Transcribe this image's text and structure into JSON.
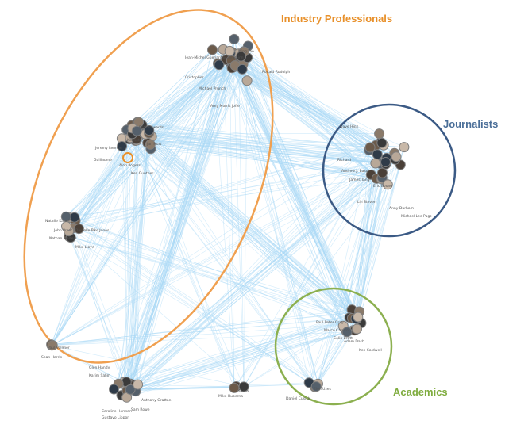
{
  "colors": {
    "edge": "#a9d8f5",
    "industry": "#f0a050",
    "journalists": "#3b5a85",
    "academics": "#8cb050",
    "industry_text": "#e8902a",
    "journalists_text": "#4a6e98",
    "academics_text": "#7fac3f",
    "node_ring": "#7f7f7f"
  },
  "clusters": [
    {
      "id": "industry",
      "label": "Industry Professionals"
    },
    {
      "id": "journalists",
      "label": "Journalists"
    },
    {
      "id": "academics",
      "label": "Academics"
    }
  ],
  "node_labels": [
    "Jean-Michel Guenard",
    "Michel Rainn",
    "Ming Tao",
    "Cristopher",
    "Ronald Rudolph",
    "Michael Prunch",
    "Amy Morris Joffe",
    "Jeremy Lennon",
    "Guillaume",
    "Jan Hurt",
    "Alon Rogers",
    "Ken Gunther",
    "Beth Edwards",
    "Kenneth",
    "Natalie Kaneff",
    "John Prent",
    "Danielle Pike Jones",
    "Nathan Walters",
    "Mike Lloyd",
    "Sean Harris",
    "Paul Vollmer",
    "Dave Hinz",
    "Richard",
    "Andrew J. Basu",
    "James Tang",
    "Eric Boone",
    "Lin Steven",
    "Anny Durham",
    "Michael Lee Pags",
    "Paul Peter Gray",
    "Marco Caruso",
    "Colin Bratt",
    "Ken Caldwell",
    "Adam Dash",
    "Glen Handy",
    "Karim Salim",
    "Caroline Horman",
    "Gustavo Lippon",
    "Anthony Grattan",
    "Sam Rowe",
    "Mike Huberna",
    "Sasha",
    "Daniel Cusick",
    "Elen Uzes"
  ]
}
